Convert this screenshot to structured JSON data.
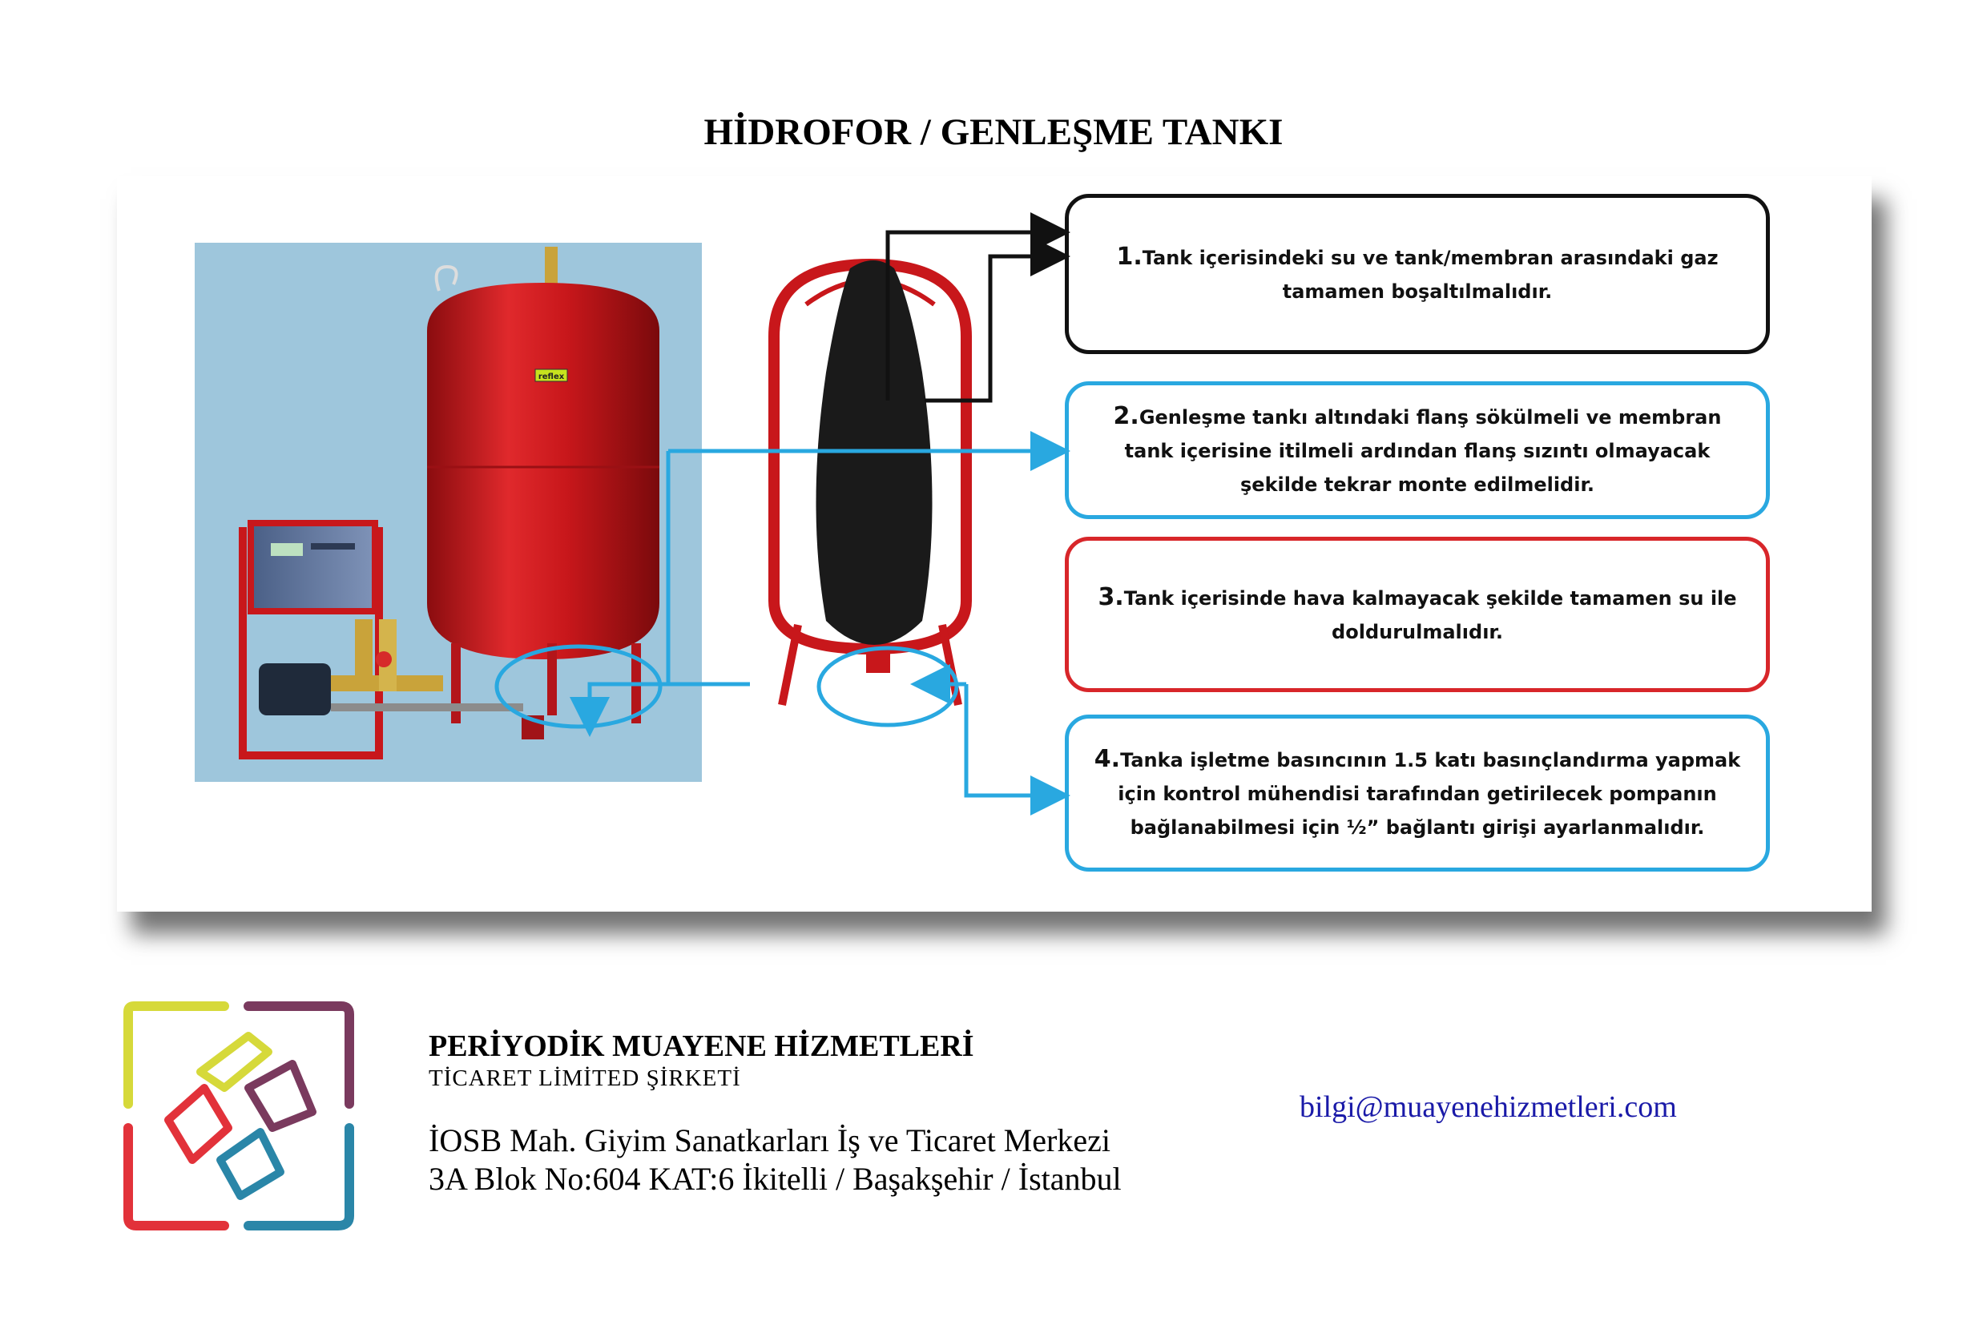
{
  "title": "HİDROFOR / GENLEŞME TANKI",
  "photo": {
    "brand_label": "reflex"
  },
  "steps": [
    {
      "number": "1.",
      "text": "Tank içerisindeki su ve tank/membran arasındaki gaz tamamen boşaltılmalıdır.",
      "border_color": "#111111"
    },
    {
      "number": "2.",
      "text": "Genleşme tankı altındaki flanş sökülmeli ve membran tank içerisine itilmeli ardından flanş sızıntı olmayacak şekilde tekrar monte edilmelidir.",
      "border_color": "#29a8e0"
    },
    {
      "number": "3.",
      "text": "Tank içerisinde hava kalmayacak şekilde tamamen su ile doldurulmalıdır.",
      "border_color": "#d8262a"
    },
    {
      "number": "4.",
      "text": "Tanka işletme basıncının 1.5 katı basınçlandırma yapmak için kontrol mühendisi tarafından getirilecek pompanın bağlanabilmesi için ½” bağlantı girişi ayarlanmalıdır.",
      "border_color": "#29a8e0"
    }
  ],
  "colors": {
    "tank_red": "#c8171b",
    "arrow_blue": "#29a8e0",
    "arrow_black": "#111111",
    "membrane": "#1a1a1a"
  },
  "footer": {
    "company_name": "PERİYODİK MUAYENE HİZMETLERİ",
    "company_type": "TİCARET LİMİTED ŞİRKETİ",
    "address_line1": "İOSB Mah. Giyim Sanatkarları İş ve Ticaret Merkezi",
    "address_line2": "3A Blok No:604 KAT:6 İkitelli / Başakşehir / İstanbul",
    "email": "bilgi@muayenehizmetleri.com",
    "logo_colors": [
      "#d6d93a",
      "#7a3a5e",
      "#e2323a",
      "#2a86a8"
    ]
  }
}
